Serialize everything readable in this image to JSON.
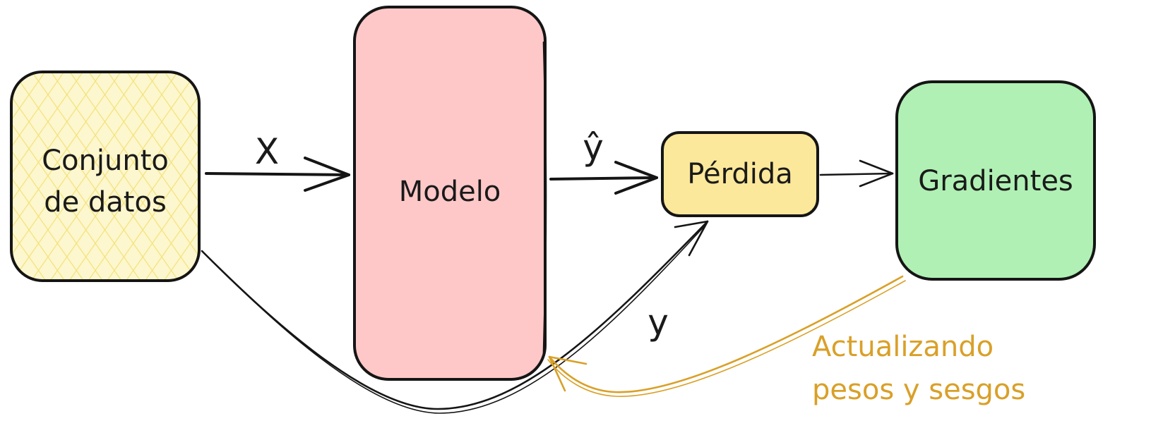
{
  "nodes": {
    "dataset": {
      "line1": "Conjunto",
      "line2": "de datos",
      "fill": "#fdf7cf",
      "hatch": "#f3e27a"
    },
    "model": {
      "label": "Modelo",
      "fill": "#ffc8c8"
    },
    "loss": {
      "label": "Pérdida",
      "fill": "#fbe89a"
    },
    "gradients": {
      "label": "Gradientes",
      "fill": "#b0f0b4"
    }
  },
  "edges": {
    "x_label": "X",
    "yhat_label": "ŷ",
    "y_label": "y"
  },
  "note": {
    "line1": "Actualizando",
    "line2": "pesos y sesgos",
    "color": "#d9a028"
  }
}
